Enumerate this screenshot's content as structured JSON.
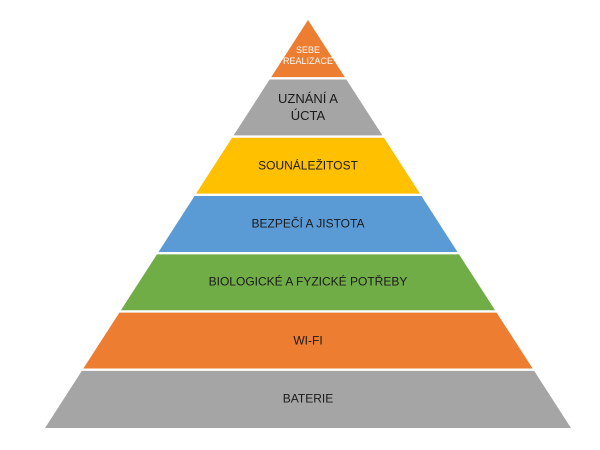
{
  "title": "Maslow pyramid (Wi-Fi version)",
  "layers": [
    {
      "label": "SEBE REALIZACE",
      "color": "#ED7D31"
    },
    {
      "label": "UZNÁNÍ A ÚCTA",
      "color": "#A5A5A5"
    },
    {
      "label": "SOUNÁLEŽITOST",
      "color": "#FFC000"
    },
    {
      "label": "BEZPEČÍ A JISTOTA",
      "color": "#5B9BD5"
    },
    {
      "label": "BIOLOGICKÉ A FYZICKÉ POTŘEBY",
      "color": "#70AD47"
    },
    {
      "label": "WI-FI",
      "color": "#ED7D31"
    },
    {
      "label": "BATERIE",
      "color": "#A5A5A5"
    }
  ]
}
